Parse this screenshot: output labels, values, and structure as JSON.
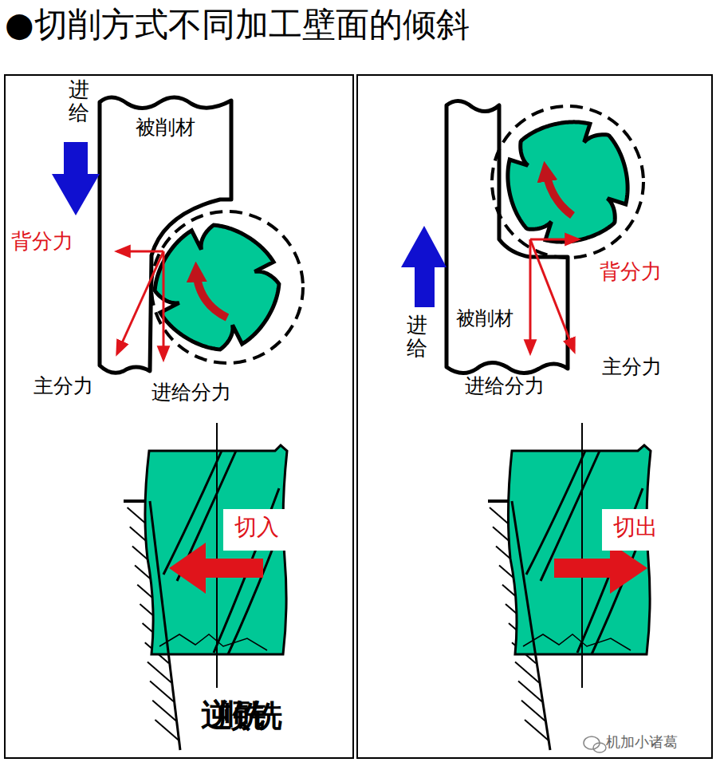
{
  "diagram": {
    "title": "●切削方式不同加工壁面的倾斜",
    "nodes": [
      {
        "text": [
          "逆铣"
        ]
      },
      {
        "text": [
          "顺铣"
        ]
      }
    ],
    "labels": [
      "进给",
      "被削材",
      "背分力",
      "主分力",
      "进给分力",
      "切入",
      "被削材",
      "背分力",
      "进给",
      "主分力",
      "进给分力",
      "切出",
      "机加小诸葛"
    ]
  }
}
